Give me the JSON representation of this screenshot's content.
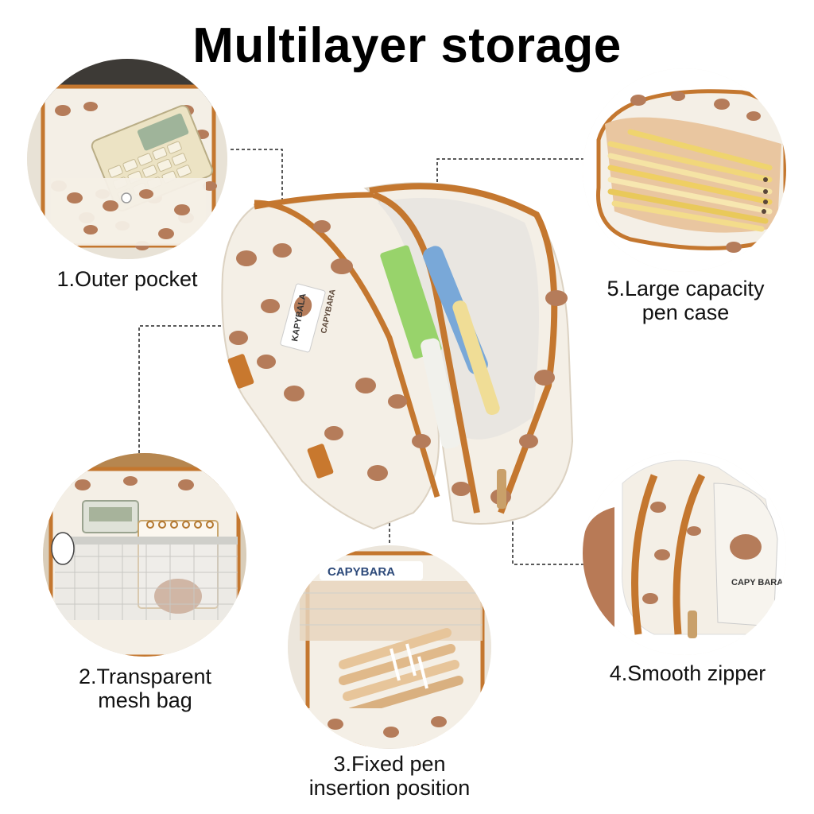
{
  "title": "Multilayer storage",
  "features": [
    {
      "number": "1.",
      "lines": [
        "1.Outer pocket"
      ],
      "icon": "calculator-in-pocket-photo"
    },
    {
      "number": "2.",
      "lines": [
        "2.Transparent",
        "mesh bag"
      ],
      "icon": "mesh-bag-photo"
    },
    {
      "number": "3.",
      "lines": [
        "3.Fixed pen",
        "insertion position"
      ],
      "icon": "pen-slots-photo"
    },
    {
      "number": "4.",
      "lines": [
        "4.Smooth zipper"
      ],
      "icon": "zipper-photo"
    },
    {
      "number": "5.",
      "lines": [
        "5.Large capacity",
        "pen case"
      ],
      "icon": "pens-inside-photo"
    }
  ],
  "product": {
    "brand_tag": "KAPYBALA",
    "print_text": "CAPYBARA",
    "pocket_text": "CAPY BARA",
    "colors": {
      "fabric": "#f4efe6",
      "trim": "#c4772f",
      "capybara": "#b57c5a",
      "lining": "#e9e6e1",
      "tab": "#c8782e"
    }
  },
  "colors": {
    "title": "#000000",
    "caption": "#111111",
    "leader_line": "#222222"
  }
}
